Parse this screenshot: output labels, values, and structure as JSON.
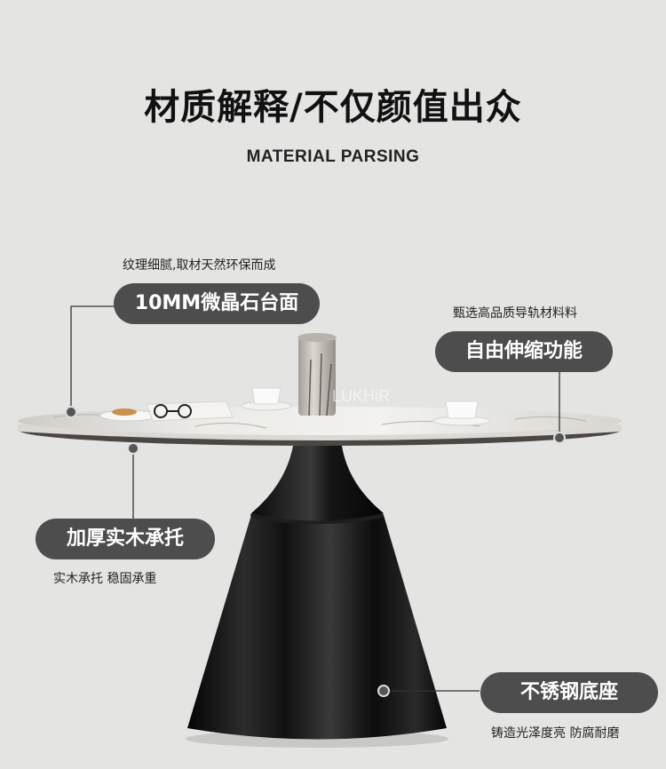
{
  "heading": {
    "title": "材质解释/不仅颜值出众",
    "subtitle": "MATERIAL PARSING"
  },
  "watermark": "LUKHiR",
  "callouts": {
    "tabletop": {
      "label": "10MM微晶石台面",
      "note": "纹理细腻,取材天然环保而成"
    },
    "extension": {
      "label": "自由伸缩功能",
      "note": "甄选高品质导轨材料料"
    },
    "support": {
      "label": "加厚实木承托",
      "note": "实木承托  稳固承重"
    },
    "base": {
      "label": "不锈钢底座",
      "note": "铸造光泽度亮 防腐耐磨"
    }
  },
  "colors": {
    "background": "#e4e4e3",
    "pill": "#4d4d4d",
    "base": "#1a1a1a"
  }
}
